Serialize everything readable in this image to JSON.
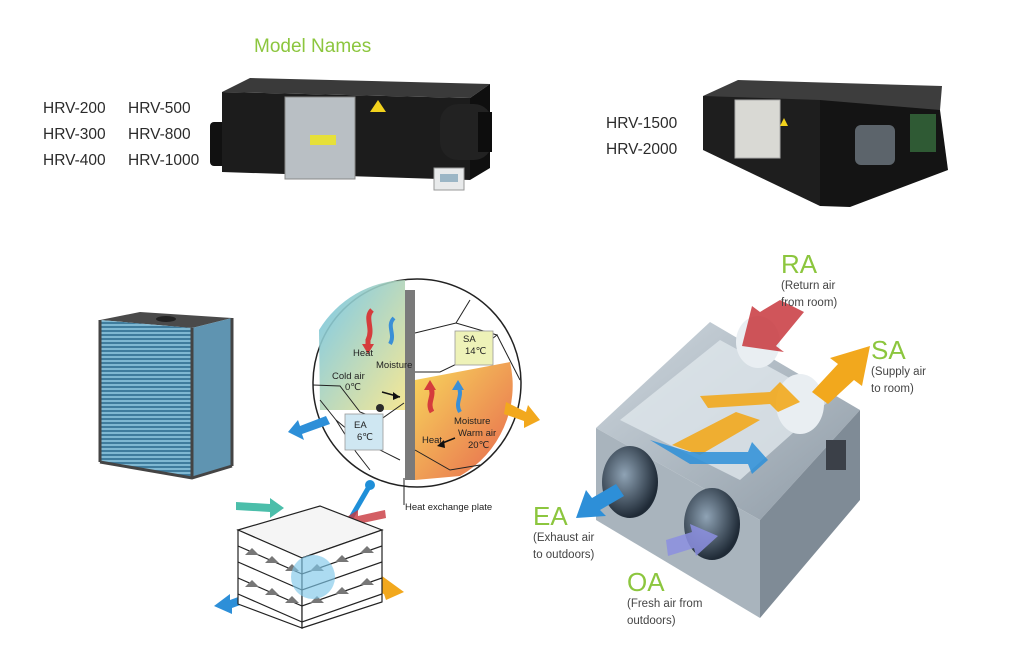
{
  "title": "Model Names",
  "models_col1": [
    "HRV-200",
    "HRV-300",
    "HRV-400"
  ],
  "models_col2": [
    "HRV-500",
    "HRV-800",
    "HRV-1000"
  ],
  "models_col3": [
    "HRV-1500",
    "HRV-2000"
  ],
  "core_labels": {
    "heat_top": "Heat",
    "moisture_top": "Moisture",
    "cold_air": "Cold air",
    "cold_temp": "0℃",
    "sa": "SA",
    "sa_temp": "14℃",
    "ea": "EA",
    "ea_temp": "6℃",
    "moisture_right": "Moisture",
    "warm_air": "Warm air",
    "warm_temp": "20℃",
    "heat_right": "Heat",
    "plate": "Heat exchange plate"
  },
  "flows": {
    "ra": {
      "code": "RA",
      "desc1": "(Return air",
      "desc2": "from room)"
    },
    "sa": {
      "code": "SA",
      "desc1": "(Supply air",
      "desc2": "to room)"
    },
    "ea": {
      "code": "EA",
      "desc1": "(Exhaust air",
      "desc2": "to outdoors)"
    },
    "oa": {
      "code": "OA",
      "desc1": "(Fresh air from",
      "desc2": "outdoors)"
    }
  },
  "colors": {
    "accent_green": "#8cc63e",
    "cold_blue": "#2d8fd8",
    "warm_orange": "#f2a81d",
    "return_red": "#c8373d",
    "teal": "#2bb39b",
    "fresh_purple": "#8c8fe0"
  }
}
